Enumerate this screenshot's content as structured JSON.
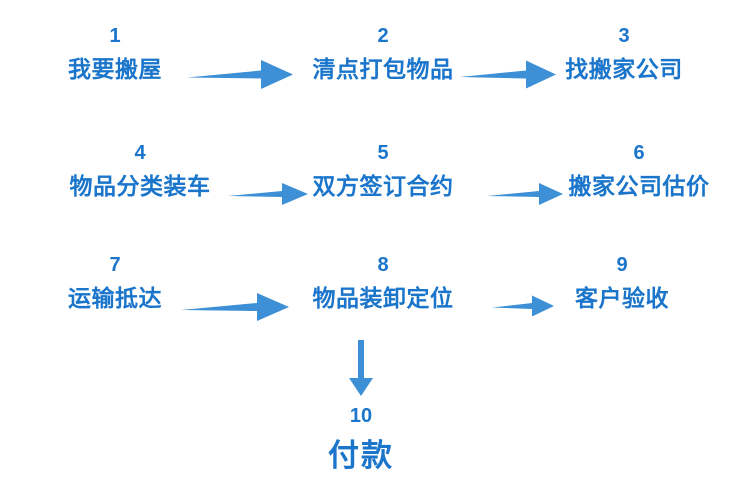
{
  "diagram": {
    "title_text": "",
    "accent_color": "#1a75cb",
    "arrow_color": "#3d8fd6",
    "background_color": "#ffffff",
    "rows": [
      {
        "row_index": 1,
        "nodes": [
          {
            "number": "1",
            "label": "我要搬屋"
          },
          {
            "number": "2",
            "label": "清点打包物品"
          },
          {
            "number": "3",
            "label": "找搬家公司"
          }
        ]
      },
      {
        "row_index": 2,
        "nodes": [
          {
            "number": "4",
            "label": "物品分类装车"
          },
          {
            "number": "5",
            "label": "双方签订合约"
          },
          {
            "number": "6",
            "label": "搬家公司估价"
          }
        ]
      },
      {
        "row_index": 3,
        "nodes": [
          {
            "number": "7",
            "label": "运输抵达"
          },
          {
            "number": "8",
            "label": "物品装卸定位"
          },
          {
            "number": "9",
            "label": "客户验收"
          }
        ]
      },
      {
        "row_index": 4,
        "nodes": [
          {
            "number": "10",
            "label": "付款"
          }
        ]
      }
    ],
    "connectors": [
      {
        "name": "arrow-1-to-2",
        "direction": "right"
      },
      {
        "name": "arrow-2-to-3",
        "direction": "right"
      },
      {
        "name": "arrow-4-to-5",
        "direction": "right"
      },
      {
        "name": "arrow-5-to-6",
        "direction": "right"
      },
      {
        "name": "arrow-7-to-8",
        "direction": "right"
      },
      {
        "name": "arrow-8-to-9",
        "direction": "right"
      },
      {
        "name": "arrow-8-to-10",
        "direction": "down"
      }
    ]
  }
}
